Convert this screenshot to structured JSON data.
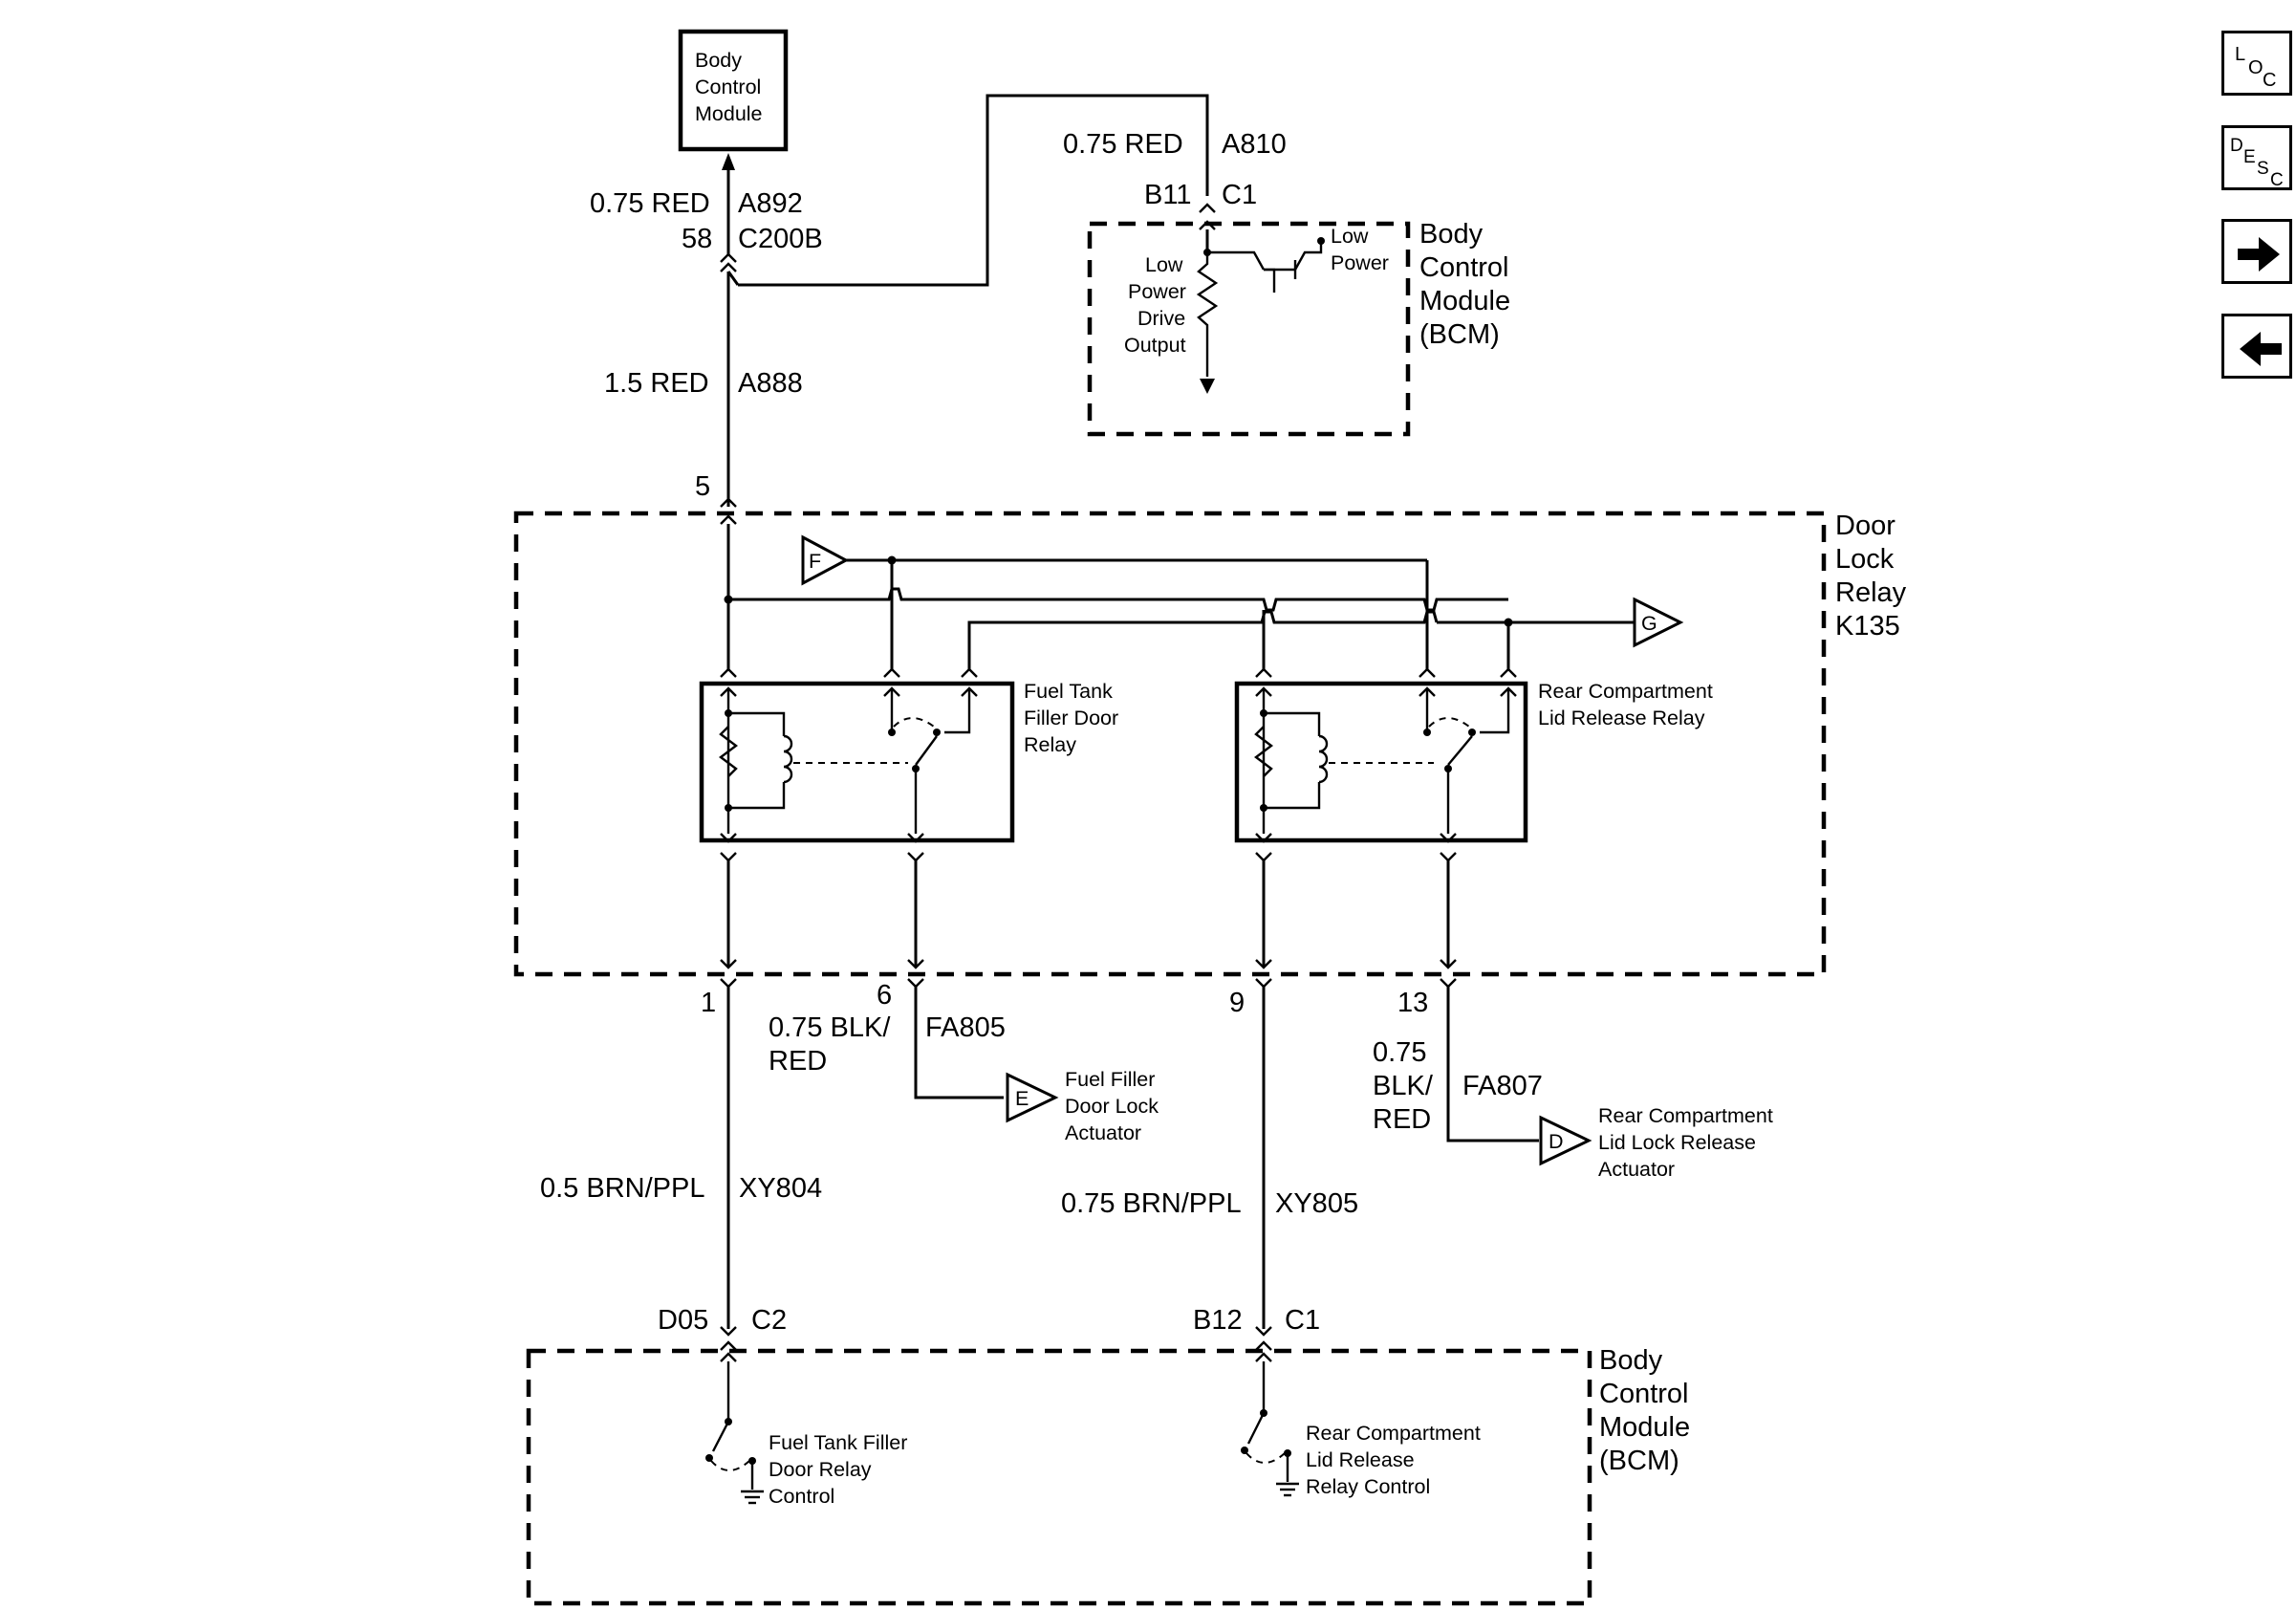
{
  "top_bcm": {
    "line1": "Body",
    "line2": "Control",
    "line3": "Module"
  },
  "bcm_upper": {
    "title": [
      "Body",
      "Control",
      "Module",
      "(BCM)"
    ],
    "internal": {
      "low_power_drive_output": [
        "Low",
        "Power",
        "Drive",
        "Output"
      ],
      "low_power": [
        "Low",
        "Power"
      ]
    }
  },
  "relay_module": {
    "title": [
      "Door",
      "Lock",
      "Relay",
      "K135"
    ]
  },
  "bcm_lower": {
    "title": [
      "Body",
      "Control",
      "Module",
      "(BCM)"
    ]
  },
  "wires": {
    "a810": {
      "gauge_color": "0.75 RED",
      "circuit": "A810"
    },
    "a892": {
      "gauge_color": "0.75 RED",
      "circuit": "A892"
    },
    "a888": {
      "gauge_color": "1.5 RED",
      "circuit": "A888"
    },
    "xy804": {
      "gauge_color": "0.5 BRN/PPL",
      "circuit": "XY804"
    },
    "xy805": {
      "gauge_color": "0.75 BRN/PPL",
      "circuit": "XY805"
    },
    "fa805": {
      "gauge_color_1": "0.75 BLK/",
      "gauge_color_2": "RED",
      "circuit": "FA805"
    },
    "fa807": {
      "gauge_color_1": "0.75",
      "gauge_color_2": "BLK/",
      "gauge_color_3": "RED",
      "circuit": "FA807"
    }
  },
  "connectors": {
    "b11": "B11",
    "c1_top": "C1",
    "pin58": "58",
    "c200b": "C200B",
    "pin5": "5",
    "pin1": "1",
    "pin6": "6",
    "pin9": "9",
    "pin13": "13",
    "d05": "D05",
    "c2": "C2",
    "b12": "B12",
    "c1_bottom": "C1"
  },
  "relays": {
    "fuel": [
      "Fuel Tank",
      "Filler Door",
      "Relay"
    ],
    "rear": [
      "Rear Compartment",
      "Lid Release Relay"
    ]
  },
  "offpage": {
    "f": "F",
    "g": "G",
    "e": "E",
    "d": "D"
  },
  "components": {
    "fuel_actuator": [
      "Fuel Filler",
      "Door Lock",
      "Actuator"
    ],
    "rear_actuator": [
      "Rear Compartment",
      "Lid Lock Release",
      "Actuator"
    ],
    "fuel_control": [
      "Fuel Tank Filler",
      "Door Relay",
      "Control"
    ],
    "rear_control": [
      "Rear Compartment",
      "Lid Release",
      "Relay Control"
    ]
  },
  "nav": {
    "loc": {
      "a": "L",
      "b": "O",
      "c": "C"
    },
    "desc": {
      "a": "D",
      "b": "E",
      "c": "S",
      "d": "C"
    },
    "next": "next-arrow-icon",
    "prev": "prev-arrow-icon"
  }
}
